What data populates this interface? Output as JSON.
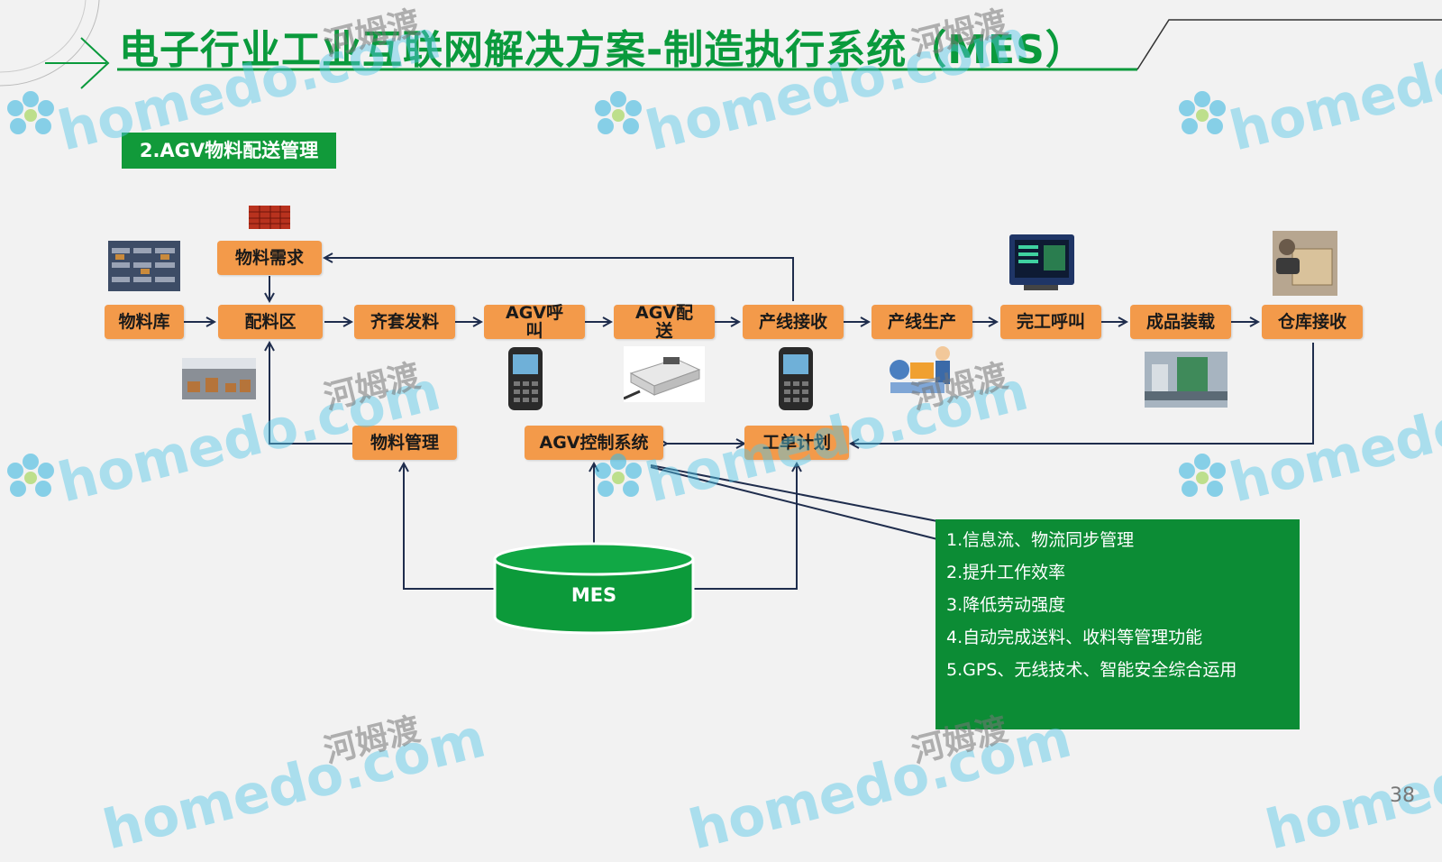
{
  "title": "电子行业工业互联网解决方案-制造执行系统（MES）",
  "section_label": "2.AGV物料配送管理",
  "nodes": {
    "material_demand": "物料需求",
    "warehouse": "物料库",
    "distribution_area": "配料区",
    "kit_issue": "齐套发料",
    "agv_call_1": "AGV呼",
    "agv_call_2": "叫",
    "agv_delivery_1": "AGV配",
    "agv_delivery_2": "送",
    "line_receive": "产线接收",
    "line_production": "产线生产",
    "completion_call": "完工呼叫",
    "finished_loading": "成品装载",
    "warehouse_receive": "仓库接收",
    "material_mgmt": "物料管理",
    "agv_control": "AGV控制系统",
    "work_order": "工单计划",
    "mes": "MES"
  },
  "benefits": [
    "1.信息流、物流同步管理",
    "2.提升工作效率",
    "3.降低劳动强度",
    "4.自动完成送料、收料等管理功能",
    "5.GPS、无线技术、智能安全综合运用"
  ],
  "watermark": {
    "brand": "homedo.com",
    "cn": "河姆渡"
  },
  "page_number": "38",
  "colors": {
    "title_green": "#0a9a3c",
    "node_orange": "#f39a4a",
    "box_green": "#0c8c35",
    "arrow_navy": "#1f2d4d",
    "watermark_blue": "#55c8e8"
  }
}
